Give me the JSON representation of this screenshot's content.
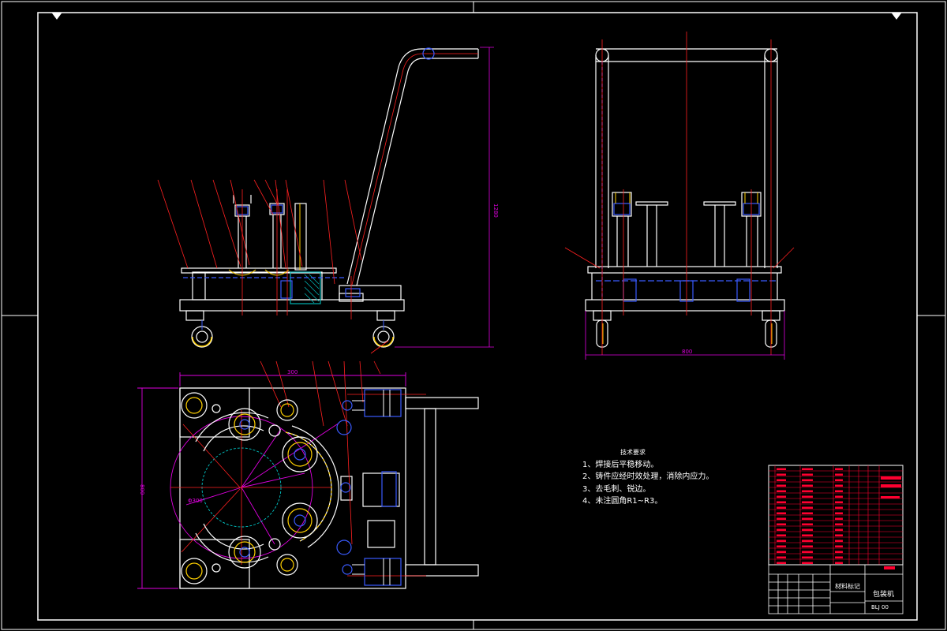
{
  "drawing": {
    "background": "#000000",
    "colors": {
      "outline": "#ffffff",
      "centerline": "#ff2020",
      "dimension": "#e000e0",
      "hidden": "#3a5bff",
      "accent_yellow": "#ffd000",
      "accent_cyan": "#00c8c8",
      "section_hatch": "#00b0b0",
      "table_red": "#ff0030"
    },
    "dimensions": {
      "height_side": "1280",
      "width_front": "800",
      "top_width": "300",
      "top_height": "800",
      "circle_dia": "Φ300"
    }
  },
  "tech_notes": {
    "heading": "技术要求",
    "items": [
      "1、焊接后平稳移动。",
      "2、铸件应经时效处理，消除内应力。",
      "3、去毛刺、锐边。",
      "4、未注圆角R1~R3。"
    ]
  },
  "title_block": {
    "material_label": "材料标记",
    "part_name": "包装机",
    "drawing_no": "BLJ 00"
  }
}
